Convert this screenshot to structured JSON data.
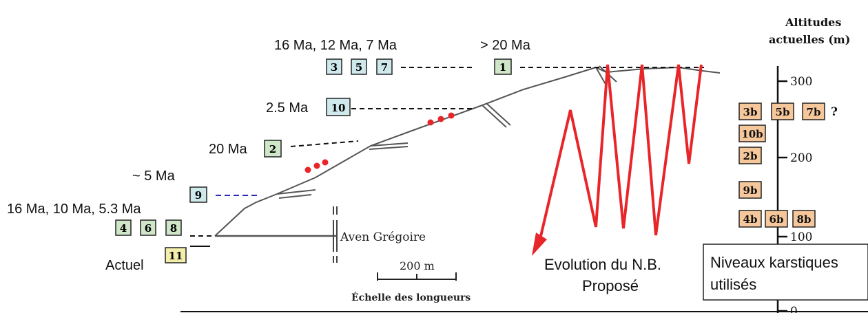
{
  "age_labels": {
    "top_left": "16 Ma, 12 Ma, 7 Ma",
    "top_right": "> 20 Ma",
    "l10": "2.5 Ma",
    "l2": "20 Ma",
    "l9": "~ 5 Ma",
    "l468": "16 Ma, 10 Ma, 5.3 Ma",
    "actuel": "Actuel"
  },
  "levels_left": [
    {
      "id": "3",
      "color": "#cfe8ec"
    },
    {
      "id": "5",
      "color": "#cfe8ec"
    },
    {
      "id": "7",
      "color": "#cfe8ec"
    },
    {
      "id": "1",
      "color": "#cfe6c9"
    },
    {
      "id": "10",
      "color": "#cfe8ec"
    },
    {
      "id": "2",
      "color": "#cfe6c9"
    },
    {
      "id": "9",
      "color": "#cfe8ec"
    },
    {
      "id": "4",
      "color": "#cfe6c9"
    },
    {
      "id": "6",
      "color": "#cfe6c9"
    },
    {
      "id": "8",
      "color": "#cfe6c9"
    },
    {
      "id": "11",
      "color": "#f3efaa"
    }
  ],
  "cave_label": "Aven Grégoire",
  "scale": {
    "value": "200 m",
    "caption": "Échelle des longueurs"
  },
  "altitude_axis": {
    "title_line1": "Altitudes",
    "title_line2": "actuelles (m)",
    "ticks": [
      "300",
      "200",
      "100",
      "0"
    ]
  },
  "levels_right": [
    {
      "id": "3b"
    },
    {
      "id": "5b"
    },
    {
      "id": "7b"
    },
    {
      "id": "10b"
    },
    {
      "id": "2b"
    },
    {
      "id": "9b"
    },
    {
      "id": "4b"
    },
    {
      "id": "6b"
    },
    {
      "id": "8b"
    }
  ],
  "question_mark": "?",
  "evolution_label": {
    "line1": "Evolution du N.B.",
    "line2": "Proposé"
  },
  "legend_box": {
    "line1": "Niveaux karstiques",
    "line2": "utilisés"
  },
  "colors": {
    "red": "#e8262a",
    "blue_box": "#cfe8ec",
    "green_box": "#cfe6c9",
    "yellow_box": "#f3efaa",
    "orange_box": "#f6c79a",
    "profile": "#555555",
    "dash_blue": "#2a2ab4"
  }
}
